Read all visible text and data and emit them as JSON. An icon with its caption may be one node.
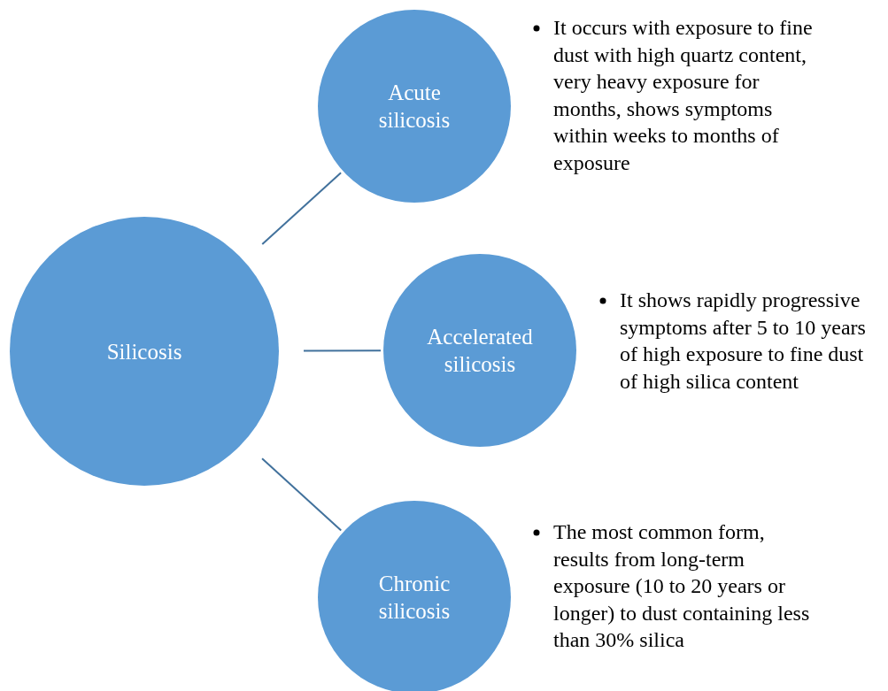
{
  "diagram": {
    "nodes": [
      {
        "text": [
          "Silicosis"
        ]
      },
      {
        "text": [
          "Acute silicosis"
        ],
        "beside": [
          "It occurs with exposure to fine dust with high quartz content, very heavy exposure for months, shows symptoms within weeks to months of exposure"
        ]
      },
      {
        "text": [
          "Accelerated silicosis"
        ],
        "beside": [
          "It shows rapidly progressive symptoms after 5 to 10 years of high exposure to fine dust of high silica content"
        ]
      },
      {
        "text": [
          "Chronic silicosis"
        ],
        "beside": [
          "The most common form, results from long-term exposure (10 to 20 years or longer) to dust containing less than 30% silica"
        ]
      }
    ],
    "edges": [
      {
        "from": 0,
        "to": 1,
        "arrow": "none"
      },
      {
        "from": 0,
        "to": 2,
        "arrow": "none"
      },
      {
        "from": 0,
        "to": 3,
        "arrow": "none"
      }
    ]
  }
}
